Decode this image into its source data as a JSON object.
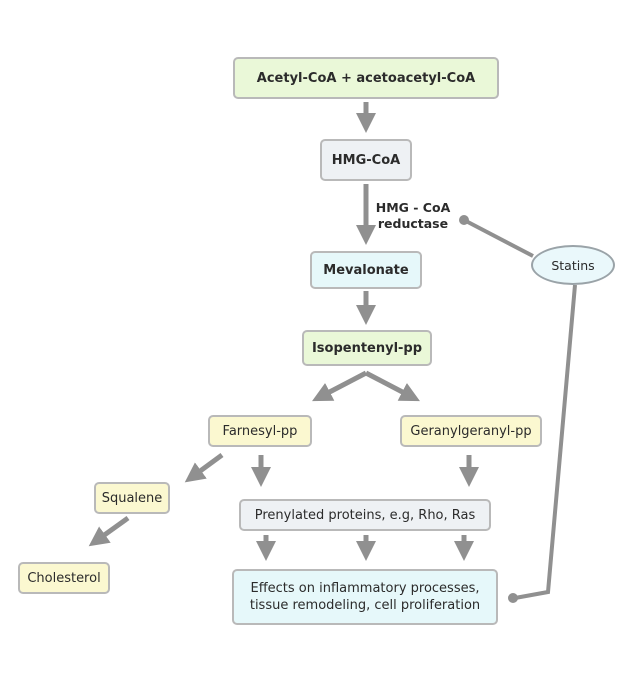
{
  "nodes": {
    "acetyl_coa": "Acetyl-CoA + acetoacetyl-CoA",
    "hmg_coa": "HMG-CoA",
    "mevalonate": "Mevalonate",
    "isopentenyl": "Isopentenyl-pp",
    "farnesyl": "Farnesyl-pp",
    "geranylgeranyl": "Geranylgeranyl-pp",
    "squalene": "Squalene",
    "cholesterol": "Cholesterol",
    "prenylated": "Prenylated proteins, e.g, Rho, Ras",
    "effects": "Effects on inflammatory processes,\ntissue remodeling, cell proliferation"
  },
  "enzyme_label": "HMG - CoA\nreductase",
  "inhibitor": "Statins",
  "colors": {
    "arrow": "#909090",
    "node_border": "#b9b9b9",
    "green_fill": "#eaf8d8",
    "gray_fill": "#eef1f4",
    "cyan_fill": "#e6f8fa",
    "yellow_fill": "#fbf8d0"
  }
}
